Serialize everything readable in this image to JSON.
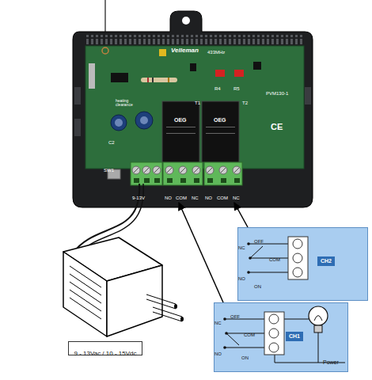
{
  "diagram": {
    "nodes": [
      {
        "text": [
          "Velleman",
          "433MHz",
          "PVM130-1",
          "CE"
        ]
      },
      {
        "text": [
          "CH2"
        ]
      },
      {
        "text": [
          "CH1"
        ]
      },
      {
        "text": [
          "9 - 13Vac / 10 - 15Vdc"
        ]
      }
    ],
    "edges": [
      {
        "from": 1,
        "to": 0,
        "arrow": "to"
      },
      {
        "from": 2,
        "to": 0,
        "arrow": "to"
      }
    ],
    "labels": [
      "heating clearance",
      "C2",
      "R4",
      "R5",
      "T1",
      "T2",
      "SW1",
      "OEG",
      "OEG",
      "9-13V",
      "NO",
      "COM",
      "NC",
      "NO",
      "COM",
      "NC",
      "OFF",
      "NC",
      "COM",
      "ON",
      "NO",
      "OFF",
      "NC",
      "COM",
      "ON",
      "NO",
      "Power"
    ]
  }
}
